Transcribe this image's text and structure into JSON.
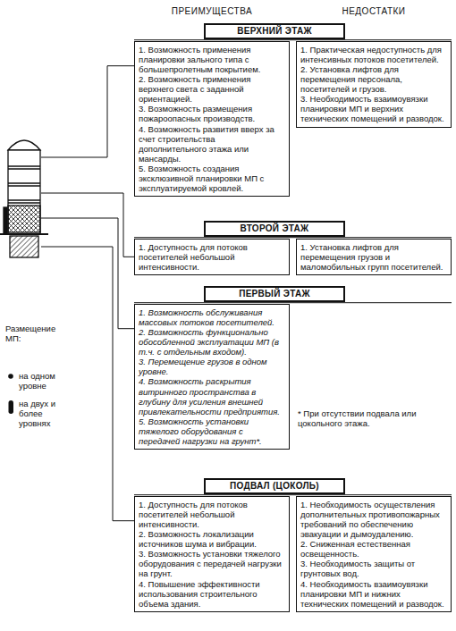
{
  "diagram": {
    "nodes": [
      {
        "text": [
          "ВЕРХНИЙ ЭТАЖ"
        ]
      },
      {
        "text": [
          "1. Возможность применения планировки зального типа с большепролетным покрытием.",
          "2. Возможность применения верхнего света с заданной ориентацией.",
          "3. Возможность размещения пожароопасных производств.",
          "4. Возможность развития вверх за счет строительства дополнительного этажа или мансарды.",
          "5. Возможность создания эксклюзивной планировки МП с эксплуатируемой кровлей."
        ]
      },
      {
        "text": [
          "1. Практическая недоступность для интенсивных потоков посетителей.",
          "2. Установка лифтов для перемещения персонала, посетителей и грузов.",
          "3. Необходимость взаимоувязки планировки МП и верхних технических помещений и разводок."
        ]
      },
      {
        "text": [
          "ВТОРОЙ ЭТАЖ"
        ]
      },
      {
        "text": [
          "1. Доступность для потоков посетителей небольшой интенсивности."
        ]
      },
      {
        "text": [
          "1. Установка лифтов для перемещения грузов и маломобильных групп посетителей."
        ]
      },
      {
        "text": [
          "ПЕРВЫЙ ЭТАЖ"
        ]
      },
      {
        "text": [
          "1. Возможность обслуживания массовых потоков посетителей.",
          "2. Возможность функционально обособленной эксплуатации МП (в т.ч. с отдельным входом).",
          "3. Перемещение грузов в одном уровне.",
          "4. Возможность раскрытия витринного пространства в глубину для усиления внешней привлекательности предприятия.",
          "5. Возможность установки тяжелого оборудования с передачей нагрузки на грунт*."
        ]
      },
      {
        "text": [
          "ПОДВАЛ (ЦОКОЛЬ)"
        ]
      },
      {
        "text": [
          "1. Доступность для потоков посетителей небольшой интенсивности.",
          "2. Возможность локализации источников шума и вибрации.",
          "3. Возможность установки тяжелого оборудования с передачей нагрузки на грунт.",
          "4. Повышение эффективности использования строительного объема здания."
        ]
      },
      {
        "text": [
          "1. Необходимость осуществления дополнительных противопожарных требований по обеспечению эвакуации и дымоудалению.",
          "2. Сниженная естественная освещенность.",
          "3. Необходимость защиты от грунтовых вод.",
          "4. Необходимость взаимоувязки планировки МП и нижних технических помещений и разводок."
        ]
      }
    ],
    "labels": [
      "ПРЕИМУЩЕСТВА",
      "НЕДОСТАТКИ",
      "Размещение МП:",
      "* При отсутствии подвала или цокольного этажа."
    ],
    "legend": [
      {
        "text": "на одном уровне"
      },
      {
        "text": "на двух и более уровнях"
      }
    ]
  }
}
